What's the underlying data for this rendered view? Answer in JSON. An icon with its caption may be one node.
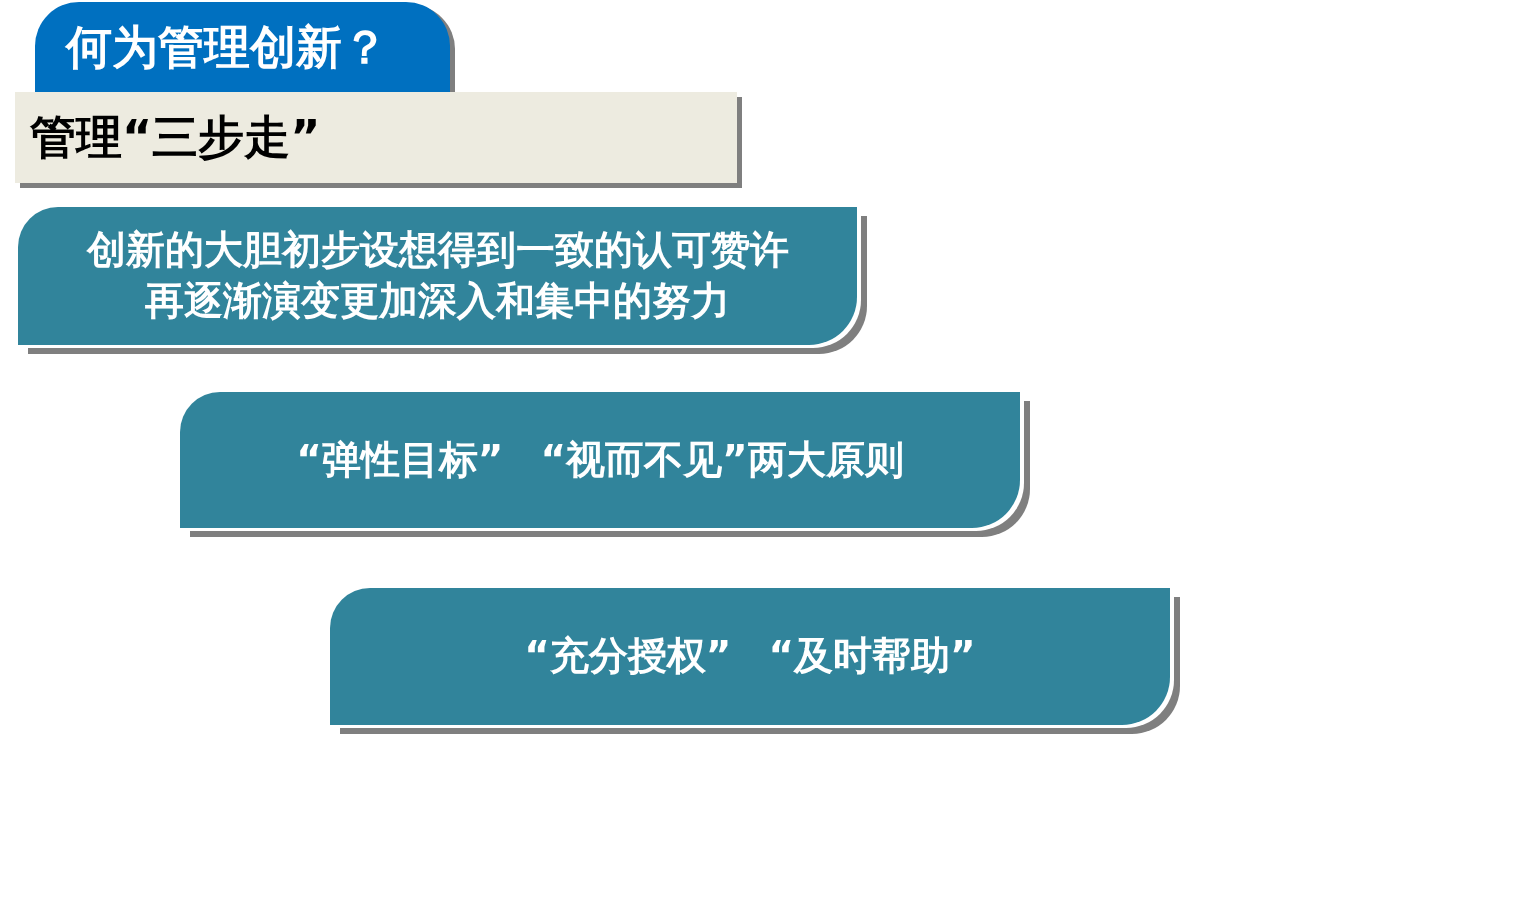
{
  "diagram": {
    "title": "何为管理创新？",
    "nodes": [
      {
        "text": [
          "管理“三步走”"
        ]
      },
      {
        "text": [
          "创新的大胆初步设想得到一致的认可赞许再逐渐演变更加深入和集中的努力"
        ]
      },
      {
        "text": [
          "“弹性目标” “视而不见”两大原则"
        ]
      },
      {
        "text": [
          "“充分授权” “及时帮助”"
        ]
      }
    ]
  }
}
